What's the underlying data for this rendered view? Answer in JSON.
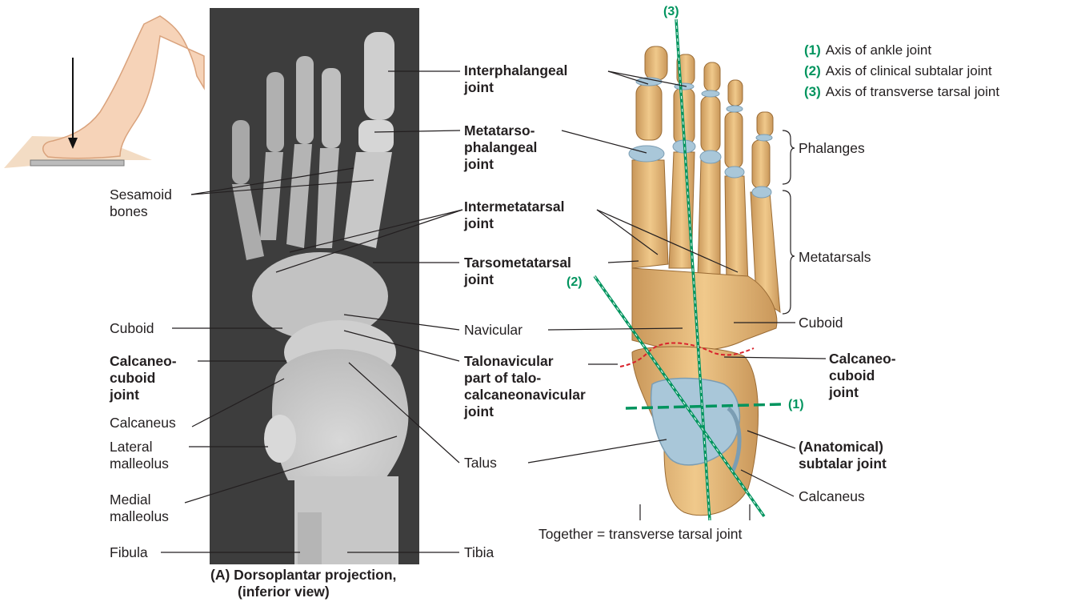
{
  "legend": [
    {
      "num": "(1)",
      "text": "Axis of ankle joint"
    },
    {
      "num": "(2)",
      "text": "Axis of clinical subtalar joint"
    },
    {
      "num": "(3)",
      "text": "Axis of transverse tarsal joint"
    }
  ],
  "axis_markers": {
    "a1": "(1)",
    "a2": "(2)",
    "a3": "(3)"
  },
  "xray_labels": {
    "sesamoid": [
      "Sesamoid",
      "bones"
    ],
    "cuboid": "Cuboid",
    "calcaneocuboid": [
      "Calcaneo-",
      "cuboid",
      "joint"
    ],
    "calcaneus": "Calcaneus",
    "lateral_malleolus": [
      "Lateral",
      "malleolus"
    ],
    "medial_malleolus": [
      "Medial",
      "malleolus"
    ],
    "fibula": "Fibula",
    "tibia": "Tibia"
  },
  "center_labels": {
    "interphalangeal": [
      "Interphalangeal",
      "joint"
    ],
    "metatarsophalangeal": [
      "Metatarso-",
      "phalangeal",
      "joint"
    ],
    "intermetatarsal": [
      "Intermetatarsal",
      "joint"
    ],
    "tarsometatarsal": [
      "Tarsometatarsal",
      "joint"
    ],
    "navicular": "Navicular",
    "talonavicular": [
      "Talonavicular",
      "part of talo-",
      "calcaneonavicular",
      "joint"
    ],
    "talus": "Talus"
  },
  "right_labels": {
    "phalanges": "Phalanges",
    "metatarsals": "Metatarsals",
    "cuboid": "Cuboid",
    "calcaneocuboid": [
      "Calcaneo-",
      "cuboid",
      "joint"
    ],
    "anatomical_subtalar": [
      "(Anatomical)",
      "subtalar joint"
    ],
    "calcaneus": "Calcaneus"
  },
  "together_note": "Together = transverse tarsal joint",
  "caption": [
    "(A) Dorsoplantar projection,",
    "(inferior view)"
  ],
  "colors": {
    "axis_green": "#00945e",
    "bone": "#e2b878",
    "cartilage": "#a9c7d9",
    "joint_red": "#d9232d",
    "xray_bg": "#3a3a3a"
  }
}
